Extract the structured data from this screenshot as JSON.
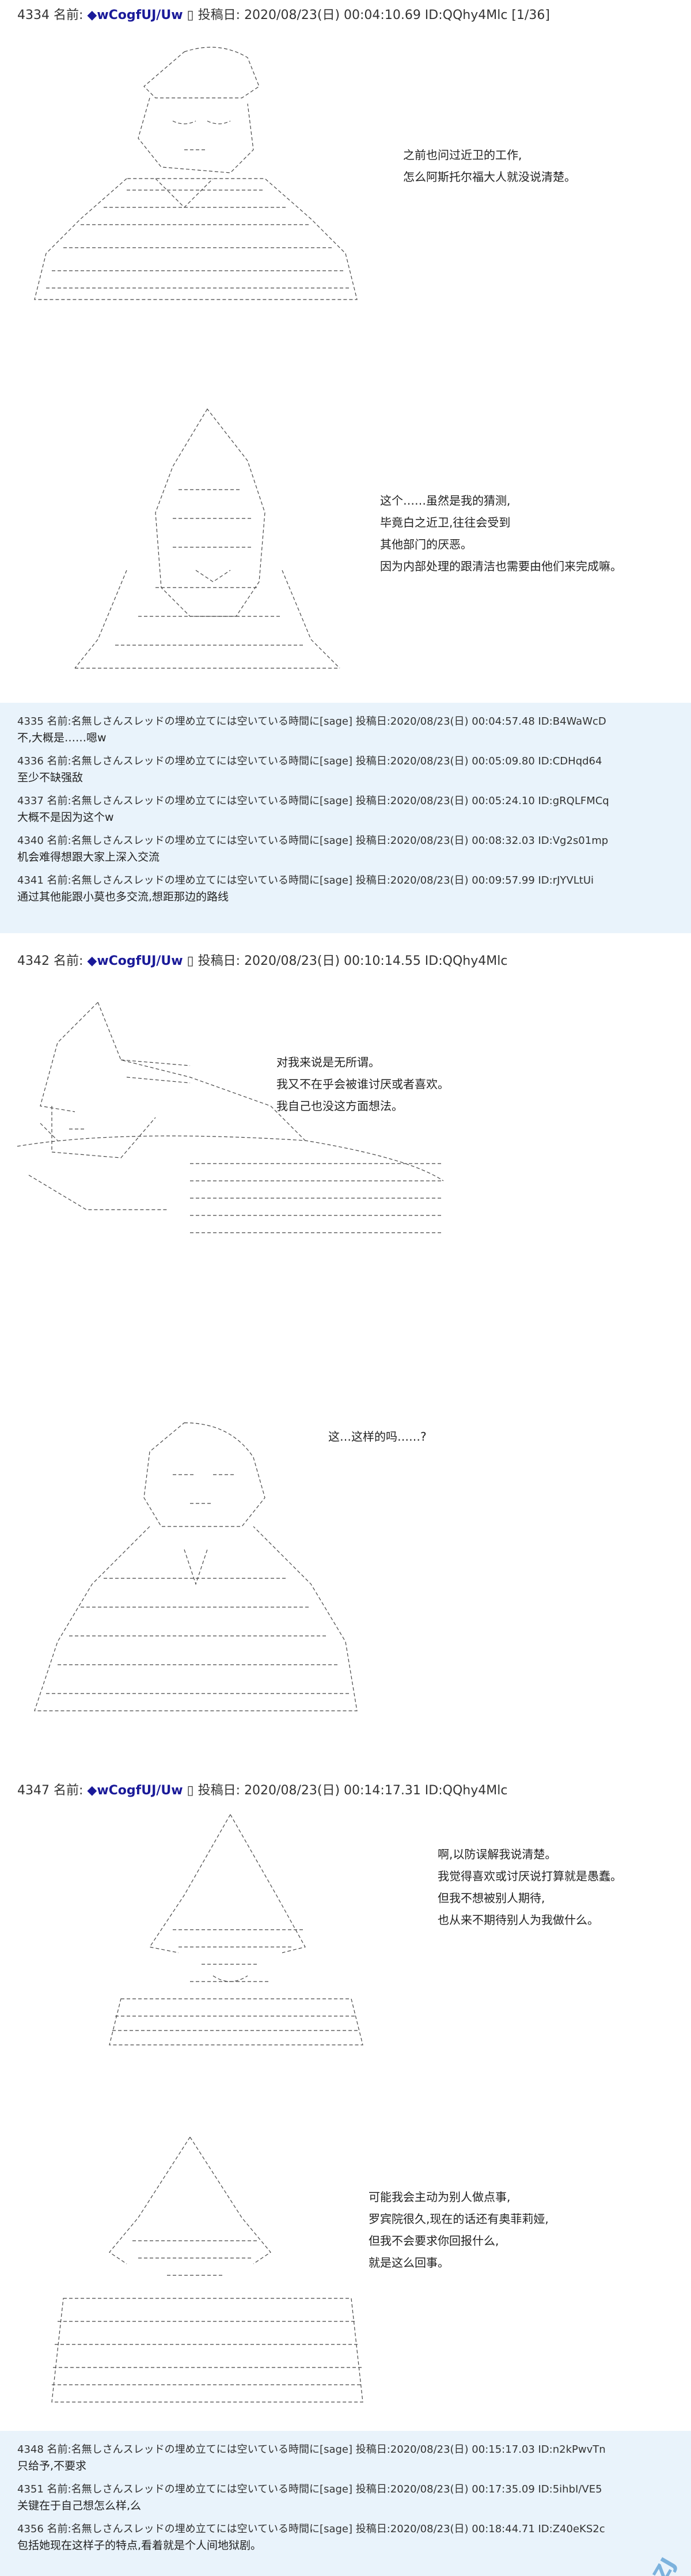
{
  "posts": [
    {
      "header": {
        "num": "4334",
        "name_label": "名前:",
        "trip": "◆wCogfUJ/Uw",
        "date_prefix": "投稿日:",
        "date": "2020/08/23(日) 00:04:10.69 ID:QQhy4Mlc [1/36]"
      },
      "dialogs": [
        "之前也问过近卫的工作,",
        "怎么阿斯托尔福大人就没说清楚。",
        "这个……虽然是我的猜测,",
        "毕竟白之近卫,往往会受到",
        "其他部门的厌恶。",
        "因为内部处理的跟清洁也需要由他们来完成嘛。"
      ]
    },
    {
      "header": {
        "num": "4342",
        "name_label": "名前:",
        "trip": "◆wCogfUJ/Uw",
        "date_prefix": "投稿日:",
        "date": "2020/08/23(日) 00:10:14.55 ID:QQhy4Mlc"
      },
      "dialogs": [
        "对我来说是无所谓。",
        "我又不在乎会被谁讨厌或者喜欢。",
        "我自己也没这方面想法。",
        "这…这样的吗……?"
      ]
    },
    {
      "header": {
        "num": "4347",
        "name_label": "名前:",
        "trip": "◆wCogfUJ/Uw",
        "date_prefix": "投稿日:",
        "date": "2020/08/23(日) 00:14:17.31 ID:QQhy4Mlc"
      },
      "dialogs": [
        "啊,以防误解我说清楚。",
        "我觉得喜欢或讨厌说打算就是愚蠢。",
        "但我不想被别人期待,",
        "也从来不期待别人为我做什么。",
        "可能我会主动为别人做点事,",
        "罗宾院很久,现在的话还有奥菲莉娅,",
        "但我不会要求你回报什么,",
        "就是这么回事。"
      ]
    }
  ],
  "reply_groups": [
    [
      {
        "header": "4335 名前:名無しさんスレッドの埋め立てには空いている時間に[sage] 投稿日:2020/08/23(日) 00:04:57.48 ID:B4WaWcD",
        "body": "不,大概是……嗯w"
      },
      {
        "header": "4336 名前:名無しさんスレッドの埋め立てには空いている時間に[sage] 投稿日:2020/08/23(日) 00:05:09.80 ID:CDHqd64",
        "body": "至少不缺强敌"
      },
      {
        "header": "4337 名前:名無しさんスレッドの埋め立てには空いている時間に[sage] 投稿日:2020/08/23(日) 00:05:24.10 ID:gRQLFMCq",
        "body": "大概不是因为这个w"
      },
      {
        "header": "4340 名前:名無しさんスレッドの埋め立てには空いている時間に[sage] 投稿日:2020/08/23(日) 00:08:32.03 ID:Vg2s01mp",
        "body": "机会难得想跟大家上深入交流"
      },
      {
        "header": "4341 名前:名無しさんスレッドの埋め立てには空いている時間に[sage] 投稿日:2020/08/23(日) 00:09:57.99 ID:rJYVLtUi",
        "body": "通过其他能跟小莫也多交流,想距那边的路线"
      }
    ],
    [
      {
        "header": "4348 名前:名無しさんスレッドの埋め立てには空いている時間に[sage] 投稿日:2020/08/23(日) 00:15:17.03 ID:n2kPwvTn",
        "body": "只给予,不要求"
      },
      {
        "header": "4351 名前:名無しさんスレッドの埋め立てには空いている時間に[sage] 投稿日:2020/08/23(日) 00:17:35.09 ID:5ihbI/VE5",
        "body": "关键在于自己想怎么样,么"
      },
      {
        "header": "4356 名前:名無しさんスレッドの埋め立てには空いている時間に[sage] 投稿日:2020/08/23(日) 00:18:44.71 ID:Z40eKS2c",
        "body": "包括她现在这样子的特点,看着就是个人间地狱剧。"
      }
    ]
  ],
  "watermark": "DMZJ",
  "colors": {
    "reply_bg": "#e9f3fb",
    "trip": "#1a1a99",
    "art_stroke": "#444444"
  }
}
